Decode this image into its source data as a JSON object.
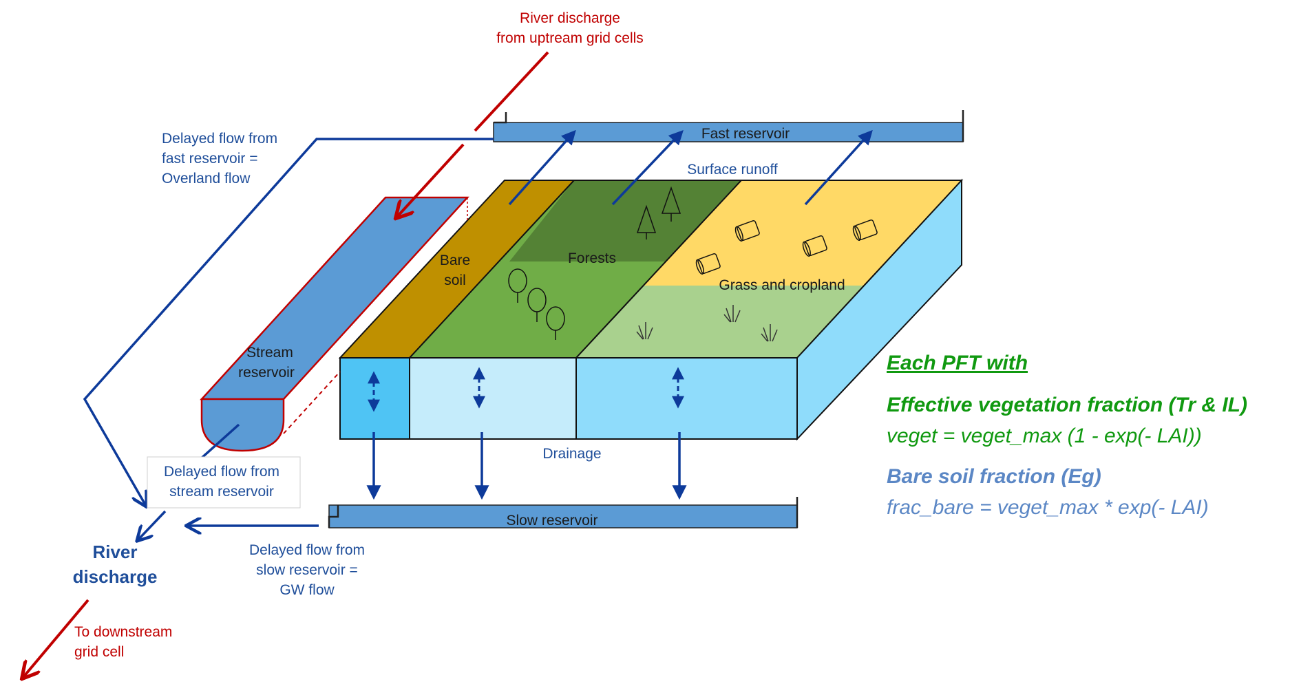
{
  "labels": {
    "river_discharge_upstream": [
      "River discharge",
      "from uptream grid cells"
    ],
    "fast_reservoir": "Fast reservoir",
    "surface_runoff": "Surface runoff",
    "delayed_fast": [
      "Delayed flow from",
      "fast reservoir =",
      "Overland flow"
    ],
    "bare_soil": [
      "Bare",
      "soil"
    ],
    "forests": "Forests",
    "grass_cropland": "Grass and cropland",
    "stream_reservoir": [
      "Stream",
      "reservoir"
    ],
    "drainage": "Drainage",
    "delayed_stream": [
      "Delayed flow from",
      "stream  reservoir"
    ],
    "slow_reservoir": "Slow reservoir",
    "delayed_slow": [
      "Delayed flow from",
      "slow reservoir =",
      "GW flow"
    ],
    "river_discharge": [
      "River",
      "discharge"
    ],
    "to_downstream": [
      "To downstream",
      "grid cell"
    ]
  },
  "pft_text": {
    "heading": "Each PFT with",
    "veg_title": "Effective vegetation fraction (Tr & IL)",
    "veg_eq": "veget = veget_max (1 - exp(- LAI))",
    "bare_title": "Bare soil fraction (Eg)",
    "bare_eq": "frac_bare = veget_max * exp(- LAI)"
  },
  "colors": {
    "reservoir_blue": "#5b9bd5",
    "flow_arrow": "#0d3a9a",
    "river_red": "#c00000",
    "bare_soil": "#bf9000",
    "forest_dark": "#548235",
    "forest_light": "#70ad47",
    "grass_yellow": "#ffd966",
    "grass_green": "#a9d18e",
    "soil_cyan": "#4fc4f4",
    "soil_pale": "#c5ecfb",
    "soil_side": "#8fdcfb",
    "pft_green": "#109910",
    "pft_blue": "#5b87c5"
  }
}
